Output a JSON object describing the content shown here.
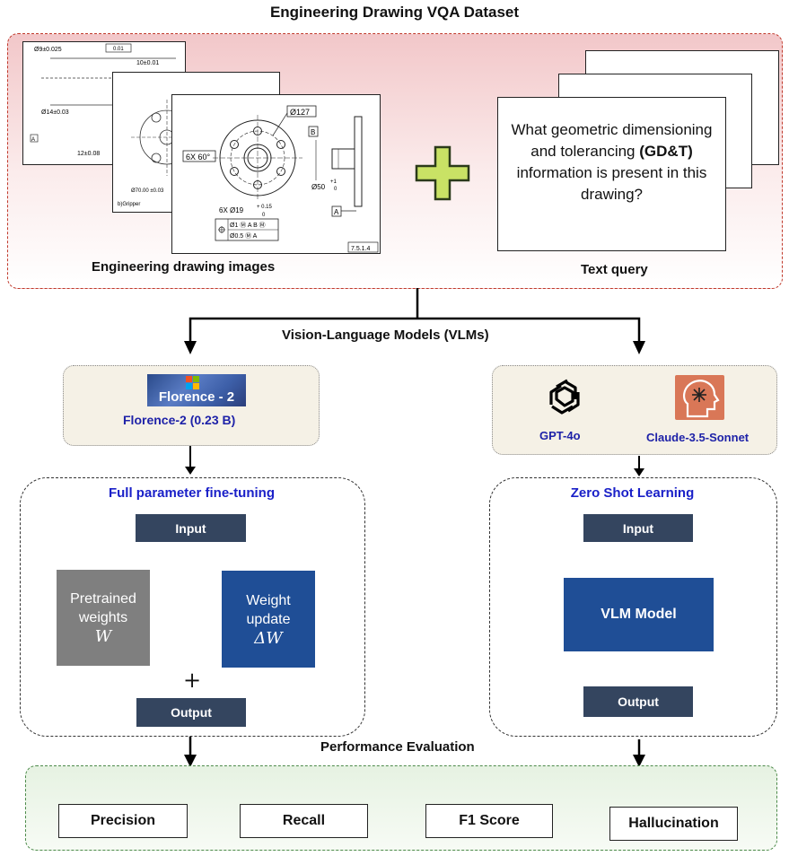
{
  "title": "Engineering Drawing VQA Dataset",
  "dataset": {
    "images_caption": "Engineering drawing images",
    "query_caption": "Text query",
    "query_text_before": "What geometric dimensioning and tolerancing",
    "query_text_bold": "(GD&T)",
    "query_text_after": "information is present in this drawing?",
    "drawing_labels": {
      "diameter_127": "Ø127",
      "six_x_60": "6X 60°",
      "datum_b": "B",
      "datum_a": "A",
      "dim_50": "Ø50",
      "tol_plus": "+1",
      "tol_zero": "0",
      "hole_spec": "6X Ø19",
      "hole_tol_plus": "+ 0.15",
      "hole_tol_zero": "0",
      "fcf1": "Ø1 Ⓜ A B Ⓜ",
      "fcf2": "Ø0.5 Ⓜ A",
      "ref": "7.5.1.4",
      "gripper": "b)Gripper",
      "back_dim1": "Ø9±0.025",
      "back_dim2": "Ø14±0.03",
      "back_dim3": "12±0.08",
      "back_dim4": "10±0.01",
      "back_dim5": "0.01",
      "back_dim6": "Ø70.00 ±0.03"
    }
  },
  "vlm_label": "Vision-Language Models (VLMs)",
  "left_model": {
    "logo_text": "Florence - 2",
    "name": "Florence-2 (0.23 B)"
  },
  "right_models": {
    "gpt_name": "GPT-4o",
    "claude_name": "Claude-3.5-Sonnet"
  },
  "fine_tuning": {
    "title": "Full parameter fine-tuning",
    "input": "Input",
    "pretrained_line1": "Pretrained",
    "pretrained_line2": "weights",
    "pretrained_symbol": "W",
    "update_line1": "Weight",
    "update_line2": "update",
    "update_symbol": "ΔW",
    "plus": "+",
    "output": "Output"
  },
  "zero_shot": {
    "title": "Zero Shot Learning",
    "input": "Input",
    "model": "VLM Model",
    "output": "Output"
  },
  "evaluation": {
    "label": "Performance Evaluation",
    "metrics": [
      "Precision",
      "Recall",
      "F1 Score",
      "Hallucination"
    ]
  },
  "colors": {
    "top_panel_border": "#c0392b",
    "top_panel_fill": "#f2c7c9",
    "bottom_panel_border": "#4c8a4a",
    "navy_box": "#34455f",
    "blue_box": "#1f4e96",
    "grey_box": "#7f7f7f",
    "title_blue": "#1a20c8",
    "plus_green": "#c9e265",
    "claude_orange": "#d97757"
  },
  "icons": {
    "plus": "plus-icon",
    "openai": "openai-logo-icon",
    "claude": "claude-logo-icon",
    "windows": "windows-logo-icon"
  }
}
